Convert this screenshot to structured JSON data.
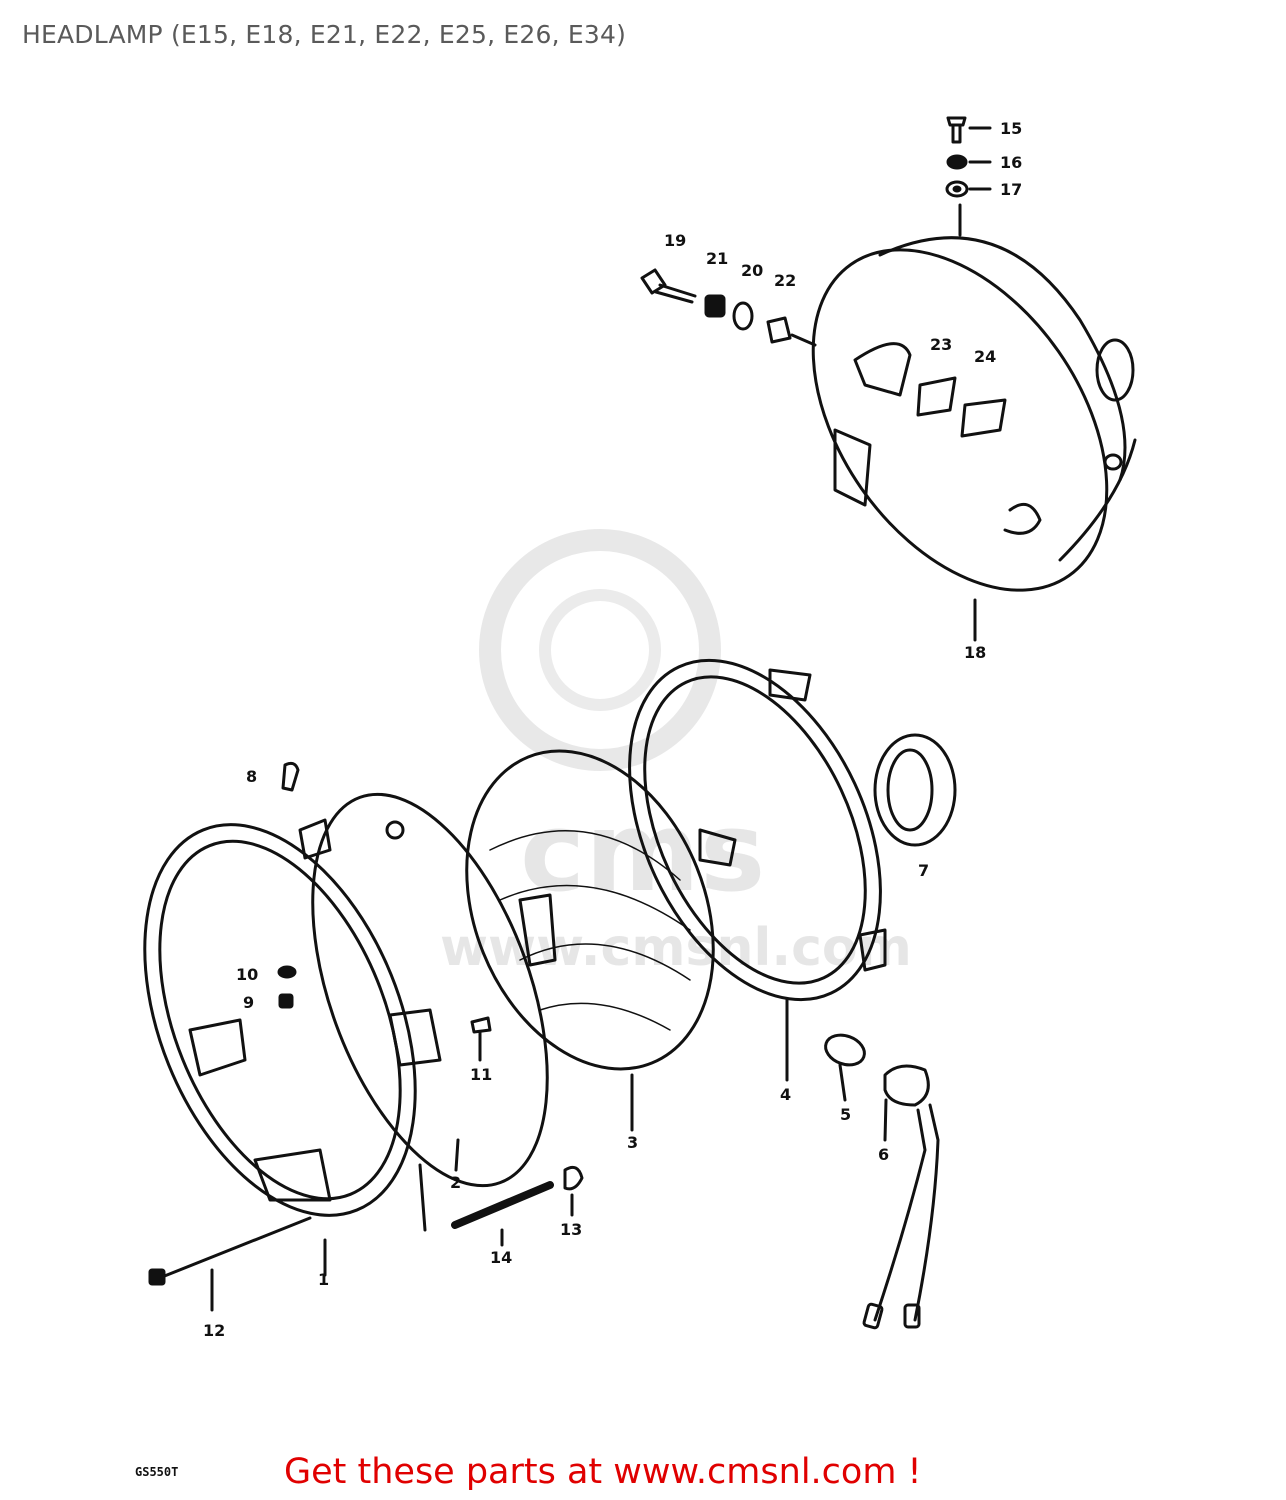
{
  "page": {
    "title": "HEADLAMP (E15, E18, E21, E22, E25, E26, E34)",
    "cta": "Get these parts at www.cmsnl.com !",
    "footer_code": "GS550T"
  },
  "watermark": {
    "text": "cms",
    "url": "www.cmsnl.com"
  },
  "callouts": [
    "15",
    "16",
    "17",
    "19",
    "21",
    "20",
    "22",
    "23",
    "24",
    "18",
    "8",
    "7",
    "10",
    "9",
    "11",
    "4",
    "5",
    "6",
    "2",
    "3",
    "13",
    "14",
    "1",
    "12"
  ]
}
